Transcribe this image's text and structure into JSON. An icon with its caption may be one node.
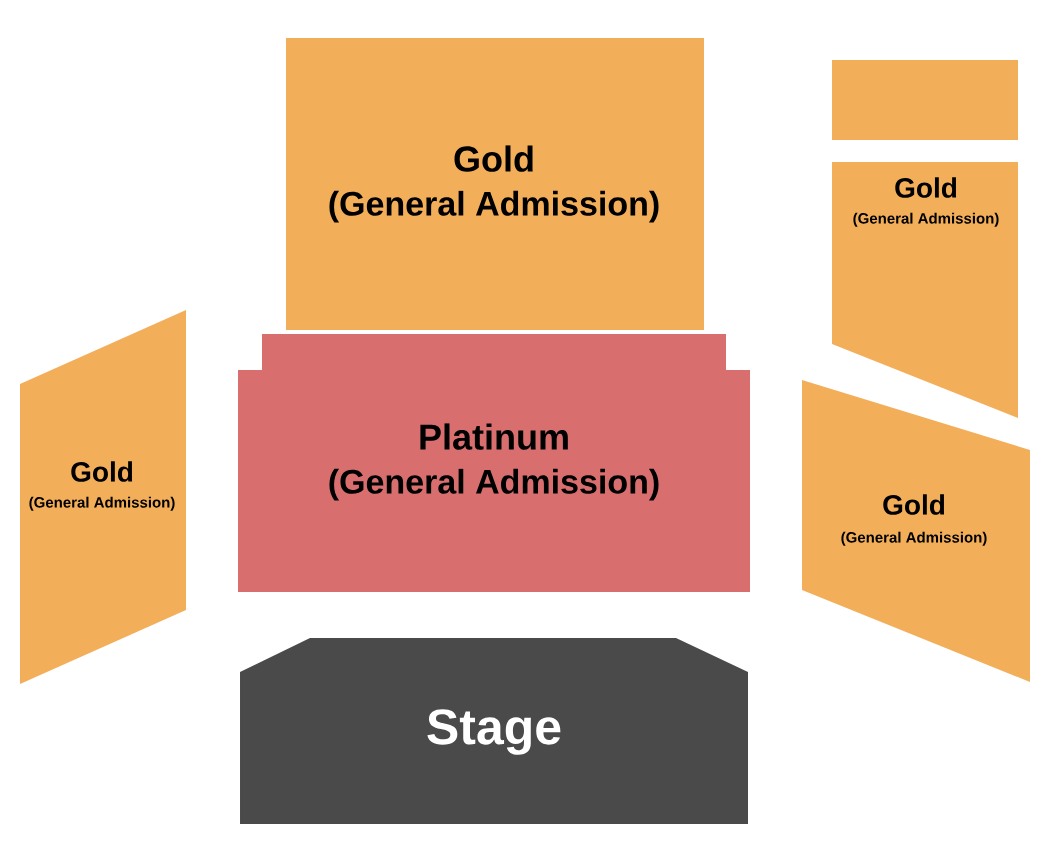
{
  "diagram": {
    "nodes": [
      {
        "text": [
          "Gold",
          "(General Admission)"
        ]
      },
      {
        "text": [],
        "shape": "box"
      },
      {
        "text": [
          "Gold",
          "(General Admission)"
        ]
      },
      {
        "text": [
          "Gold",
          "(General Admission)"
        ]
      },
      {
        "text": [
          "Platinum",
          "(General Admission)"
        ]
      },
      {
        "text": [
          "Gold",
          "(General Admission)"
        ]
      },
      {
        "text": [
          "Stage"
        ]
      }
    ]
  }
}
